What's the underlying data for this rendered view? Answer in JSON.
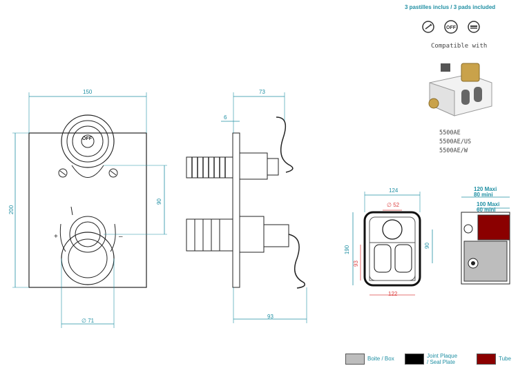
{
  "header": {
    "pads_text": "3 pastilles inclus / 3 pads included",
    "compatible_text": "Compatible with",
    "models": [
      "5500AE",
      "5500AE/US",
      "5500AE/W"
    ],
    "icons": [
      "shower-icon",
      "off-icon",
      "showerhead-icon"
    ]
  },
  "front_view": {
    "width_dim": "150",
    "height_dim": "200",
    "vertical_dim": "90",
    "diameter_dim": "∅ 71",
    "off_label": "OFF",
    "plus": "+",
    "minus": "–"
  },
  "side_view": {
    "depth_dim": "73",
    "plate_dim": "6",
    "total_dim": "93"
  },
  "box_front": {
    "width_dim": "124",
    "hole_dim": "∅ 52",
    "height_dim": "190",
    "inner_dim": "93",
    "vertical_dim": "90",
    "bottom_dim": "122"
  },
  "box_side": {
    "max_dim": "120  Maxi",
    "min_dim": "80 mini",
    "max2_dim": "100  Maxi",
    "min2_dim": "60 mini"
  },
  "legend": [
    {
      "label": "Boite / Box",
      "color": "#bdbdbd"
    },
    {
      "label": "Joint Plaque\n/ Seal Plate",
      "color": "#000000"
    },
    {
      "label": "Tube",
      "color": "#8b0000"
    }
  ]
}
